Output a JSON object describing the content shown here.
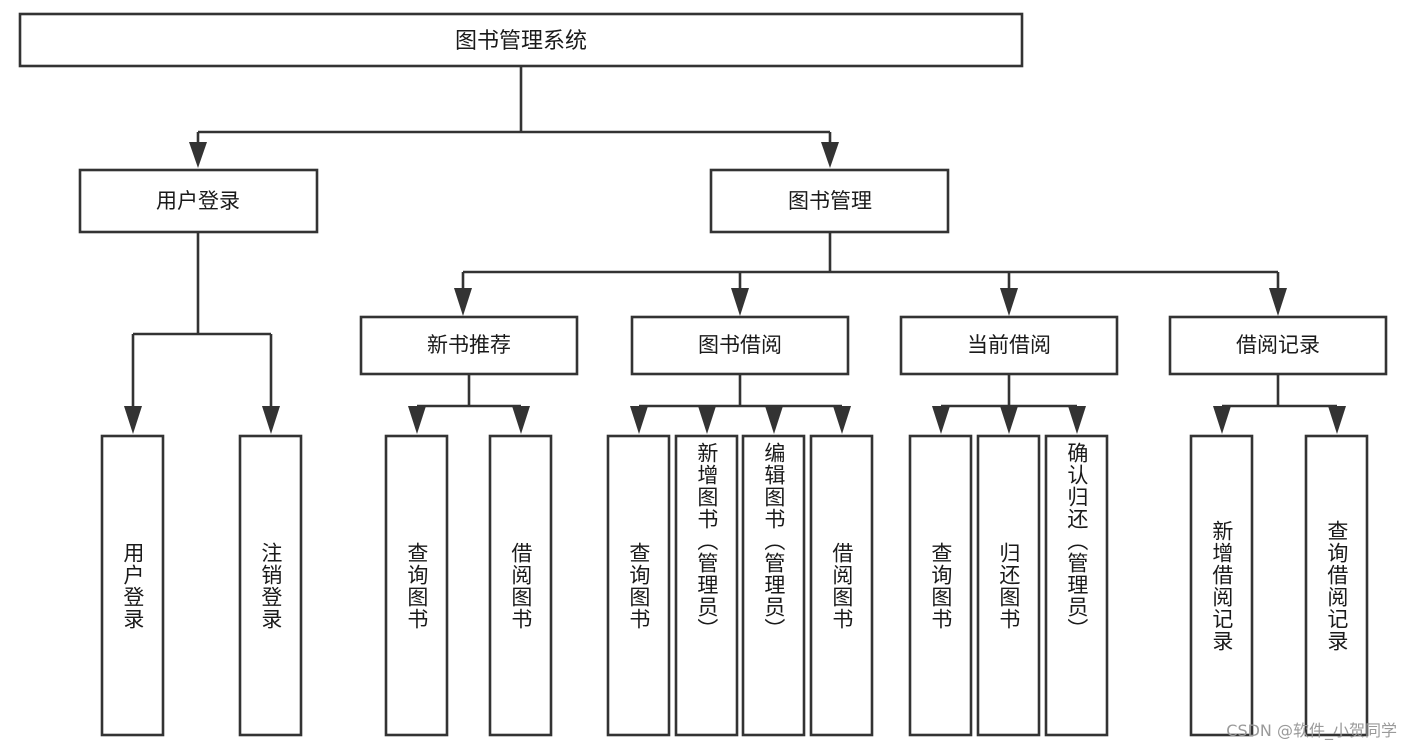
{
  "diagram": {
    "type": "tree",
    "title": "图书管理系统",
    "watermark": "CSDN @软件_小贺同学",
    "colors": {
      "background": "#ffffff",
      "stroke": "#333333",
      "text": "#1a1a1a",
      "watermark": "#9a9a9a"
    },
    "levels": {
      "root": {
        "label": "图书管理系统"
      },
      "level2": [
        {
          "id": "user-login",
          "label": "用户登录"
        },
        {
          "id": "book-management",
          "label": "图书管理"
        }
      ],
      "level3": [
        {
          "id": "new-book-recommend",
          "label": "新书推荐",
          "parent": "book-management"
        },
        {
          "id": "book-borrow",
          "label": "图书借阅",
          "parent": "book-management"
        },
        {
          "id": "current-borrow",
          "label": "当前借阅",
          "parent": "book-management"
        },
        {
          "id": "borrow-record",
          "label": "借阅记录",
          "parent": "book-management"
        }
      ],
      "leaves": [
        {
          "id": "leaf-user-login",
          "label": "用户登录",
          "parent": "user-login"
        },
        {
          "id": "leaf-logout-login",
          "label": "注销登录",
          "parent": "user-login"
        },
        {
          "id": "leaf-query-book-1",
          "label": "查询图书",
          "parent": "new-book-recommend"
        },
        {
          "id": "leaf-borrow-book-1",
          "label": "借阅图书",
          "parent": "new-book-recommend"
        },
        {
          "id": "leaf-query-book-2",
          "label": "查询图书",
          "parent": "book-borrow"
        },
        {
          "id": "leaf-add-book",
          "label": "新增图书（管理员）",
          "parent": "book-borrow"
        },
        {
          "id": "leaf-edit-book",
          "label": "编辑图书（管理员）",
          "parent": "book-borrow"
        },
        {
          "id": "leaf-borrow-book-2",
          "label": "借阅图书",
          "parent": "book-borrow"
        },
        {
          "id": "leaf-query-book-3",
          "label": "查询图书",
          "parent": "current-borrow"
        },
        {
          "id": "leaf-return-book",
          "label": "归还图书",
          "parent": "current-borrow"
        },
        {
          "id": "leaf-confirm-return",
          "label": "确认归还（管理员）",
          "parent": "current-borrow"
        },
        {
          "id": "leaf-add-record",
          "label": "新增借阅记录",
          "parent": "borrow-record"
        },
        {
          "id": "leaf-query-record",
          "label": "查询借阅记录",
          "parent": "borrow-record"
        }
      ]
    }
  }
}
